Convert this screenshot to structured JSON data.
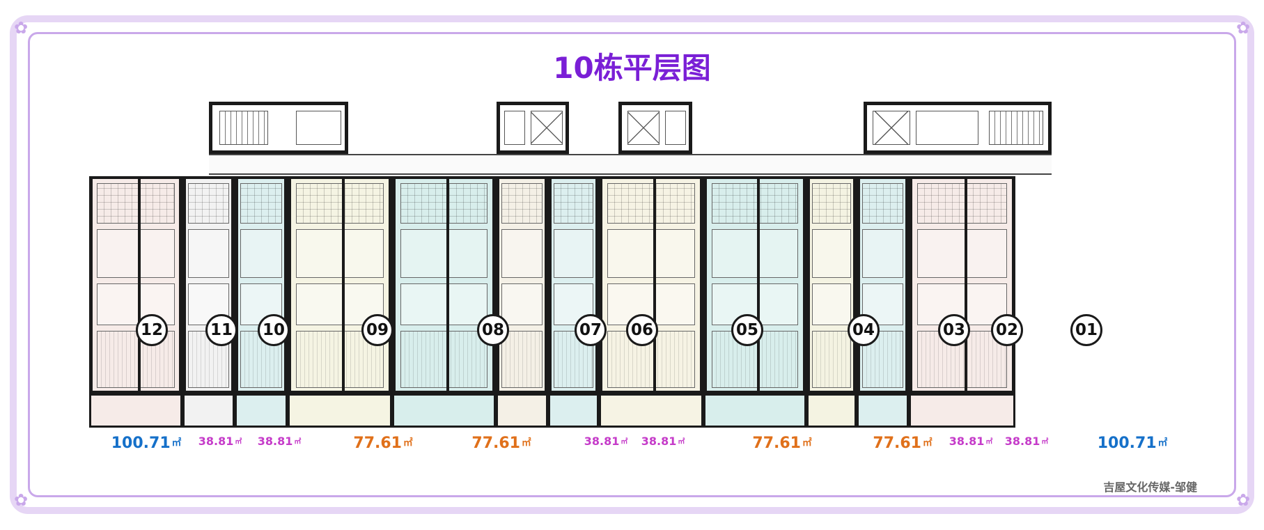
{
  "title": "10栋平层图",
  "credit": "吉屋文化传媒-邹健",
  "colors": {
    "title": "#7a1fd6",
    "frame": "#c9a8ea",
    "area_large": "#1570c9",
    "area_medium": "#e0701a",
    "area_small": "#c53bc9"
  },
  "units": [
    {
      "number": "12",
      "fill": "#f6ebe8"
    },
    {
      "number": "11",
      "fill": "#f2f2f2"
    },
    {
      "number": "10",
      "fill": "#dcefef"
    },
    {
      "number": "09",
      "fill": "#f5f4e3"
    },
    {
      "number": "08",
      "fill": "#d8eeec"
    },
    {
      "number": "07",
      "fill": "#f4f0e6"
    },
    {
      "number": "06",
      "fill": "#dcefef"
    },
    {
      "number": "05",
      "fill": "#f6f3e4"
    },
    {
      "number": "04",
      "fill": "#d8eeec"
    },
    {
      "number": "03",
      "fill": "#f4f3e2"
    },
    {
      "number": "02",
      "fill": "#dcefef"
    },
    {
      "number": "01",
      "fill": "#f6ebe8"
    }
  ],
  "areas": [
    {
      "value": "100.71",
      "unit": "㎡",
      "size": "large"
    },
    {
      "value": "38.81",
      "unit": "㎡",
      "size": "small"
    },
    {
      "value": "38.81",
      "unit": "㎡",
      "size": "small"
    },
    {
      "value": "77.61",
      "unit": "㎡",
      "size": "medium"
    },
    {
      "value": "77.61",
      "unit": "㎡",
      "size": "medium"
    },
    {
      "value": "38.81",
      "unit": "㎡",
      "size": "small"
    },
    {
      "value": "38.81",
      "unit": "㎡",
      "size": "small"
    },
    {
      "value": "77.61",
      "unit": "㎡",
      "size": "medium"
    },
    {
      "value": "77.61",
      "unit": "㎡",
      "size": "medium"
    },
    {
      "value": "38.81",
      "unit": "㎡",
      "size": "small"
    },
    {
      "value": "38.81",
      "unit": "㎡",
      "size": "small"
    },
    {
      "value": "100.71",
      "unit": "㎡",
      "size": "large"
    }
  ]
}
